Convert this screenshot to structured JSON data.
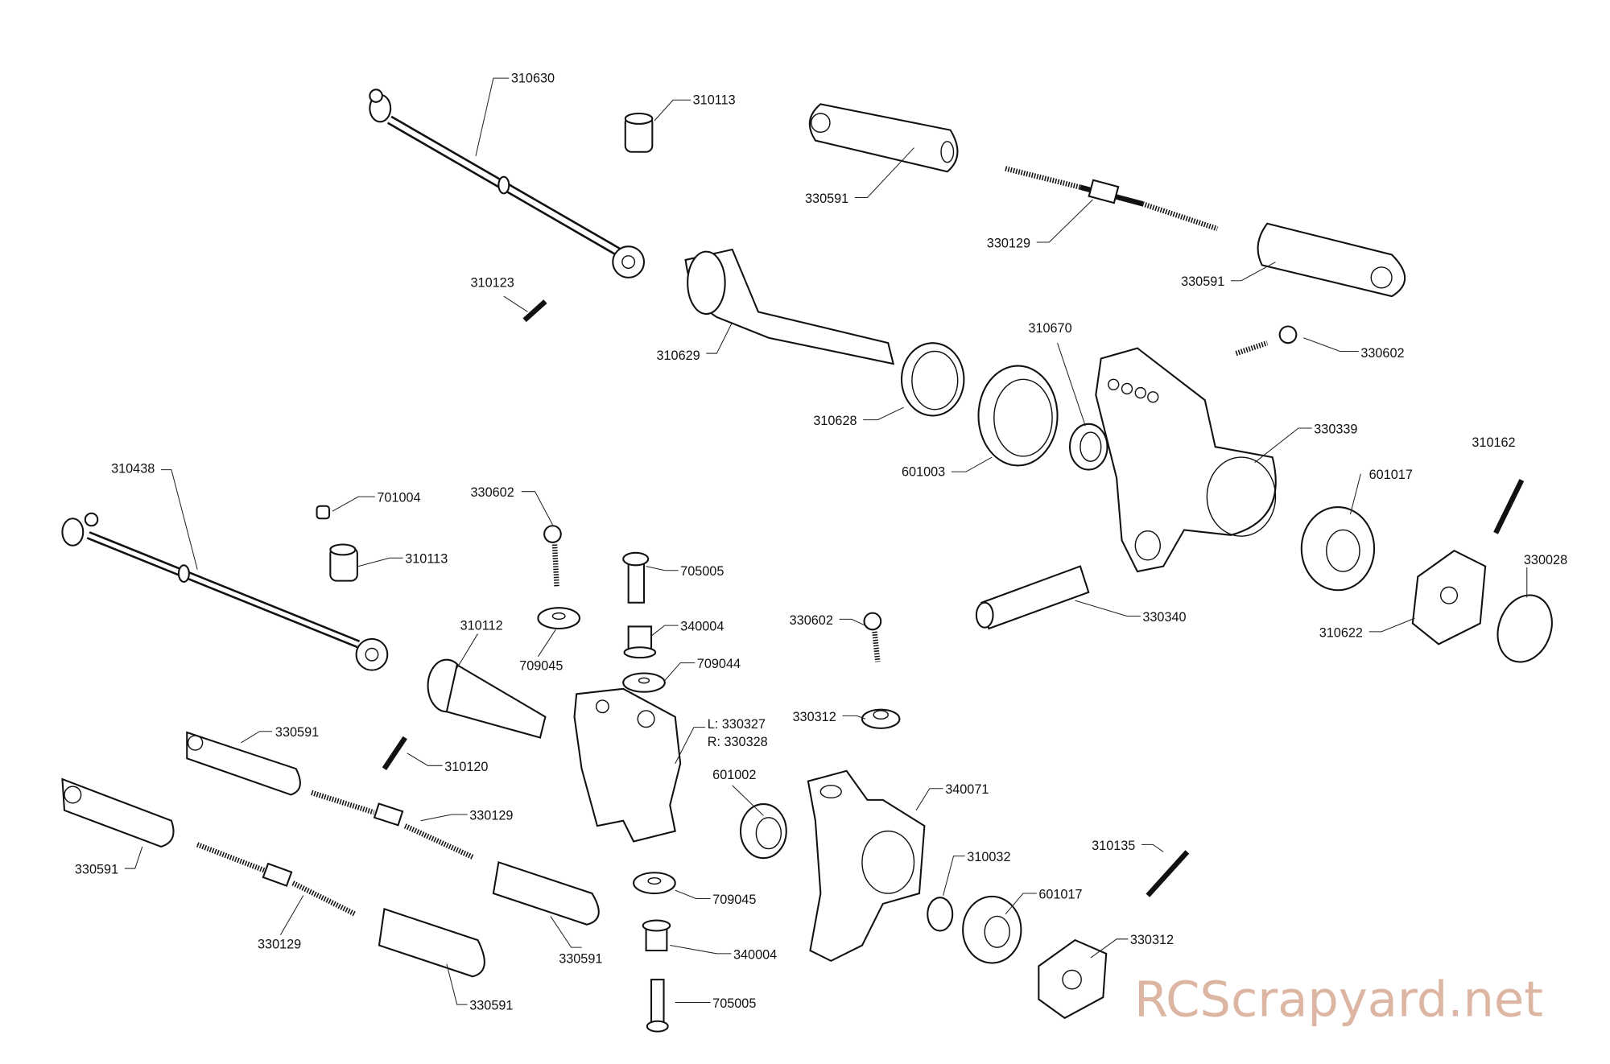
{
  "title": "Front steering and drive assembly exploded view",
  "part_labels": [
    "310630",
    "310113",
    "330591",
    "330129",
    "330591",
    "310123",
    "310629",
    "330602",
    "310670",
    "310628",
    "330339",
    "601003",
    "310162",
    "601017",
    "310438",
    "701004",
    "330602",
    "310113",
    "705005",
    "330028",
    "330340",
    "310622",
    "330602",
    "340004",
    "310112",
    "709044",
    "709045",
    "330312",
    "L: 330327",
    "R: 330328",
    "330591",
    "310120",
    "601002",
    "340071",
    "330129",
    "310032",
    "310135",
    "330591",
    "601017",
    "709045",
    "330129",
    "330591",
    "340004",
    "330312",
    "330591",
    "705005"
  ],
  "watermark": "RCScrapyard.net"
}
